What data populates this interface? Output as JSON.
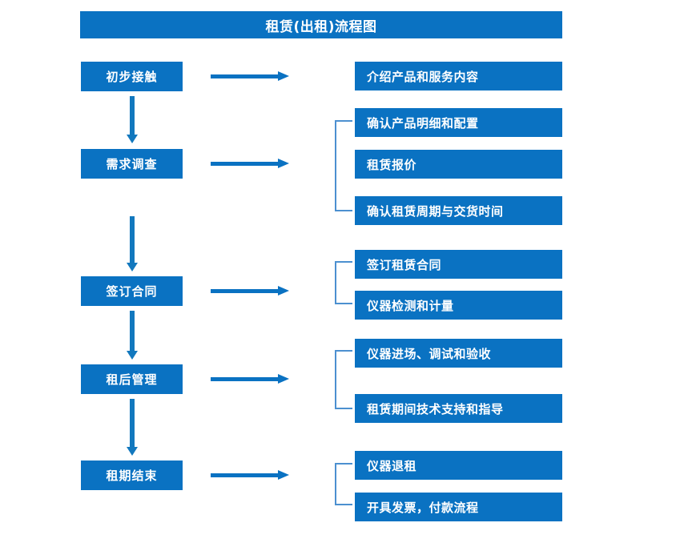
{
  "chart_data": {
    "type": "diagram",
    "title": "租赁(出租)流程图",
    "diagram_kind": "flowchart",
    "orientation": "vertical-with-side-details",
    "colors": {
      "box_fill": "#0A72C2",
      "box_text": "#FFFFFF",
      "arrow": "#0A72C2",
      "bracket": "#4C90D0",
      "background": "#FFFFFF"
    },
    "stages": [
      {
        "id": "stage-1",
        "label": "初步接触",
        "details": [
          "介绍产品和服务内容"
        ],
        "bracketed": false
      },
      {
        "id": "stage-2",
        "label": "需求调查",
        "details": [
          "确认产品明细和配置",
          "租赁报价",
          "确认租赁周期与交货时间"
        ],
        "bracketed": true
      },
      {
        "id": "stage-3",
        "label": "签订合同",
        "details": [
          "签订租赁合同",
          "仪器检测和计量"
        ],
        "bracketed": true
      },
      {
        "id": "stage-4",
        "label": "租后管理",
        "details": [
          "仪器进场、调试和验收",
          "租赁期间技术支持和指导"
        ],
        "bracketed": true
      },
      {
        "id": "stage-5",
        "label": "租期结束",
        "details": [
          "仪器退租",
          "开具发票，付款流程"
        ],
        "bracketed": true
      }
    ]
  },
  "header": {
    "title": "租赁(出租)流程图"
  },
  "stages": [
    {
      "label": "初步接触"
    },
    {
      "label": "需求调查"
    },
    {
      "label": "签订合同"
    },
    {
      "label": "租后管理"
    },
    {
      "label": "租期结束"
    }
  ],
  "details": [
    {
      "label": "介绍产品和服务内容"
    },
    {
      "label": "确认产品明细和配置"
    },
    {
      "label": "租赁报价"
    },
    {
      "label": "确认租赁周期与交货时间"
    },
    {
      "label": "签订租赁合同"
    },
    {
      "label": "仪器检测和计量"
    },
    {
      "label": "仪器进场、调试和验收"
    },
    {
      "label": "租赁期间技术支持和指导"
    },
    {
      "label": "仪器退租"
    },
    {
      "label": "开具发票，付款流程"
    }
  ]
}
